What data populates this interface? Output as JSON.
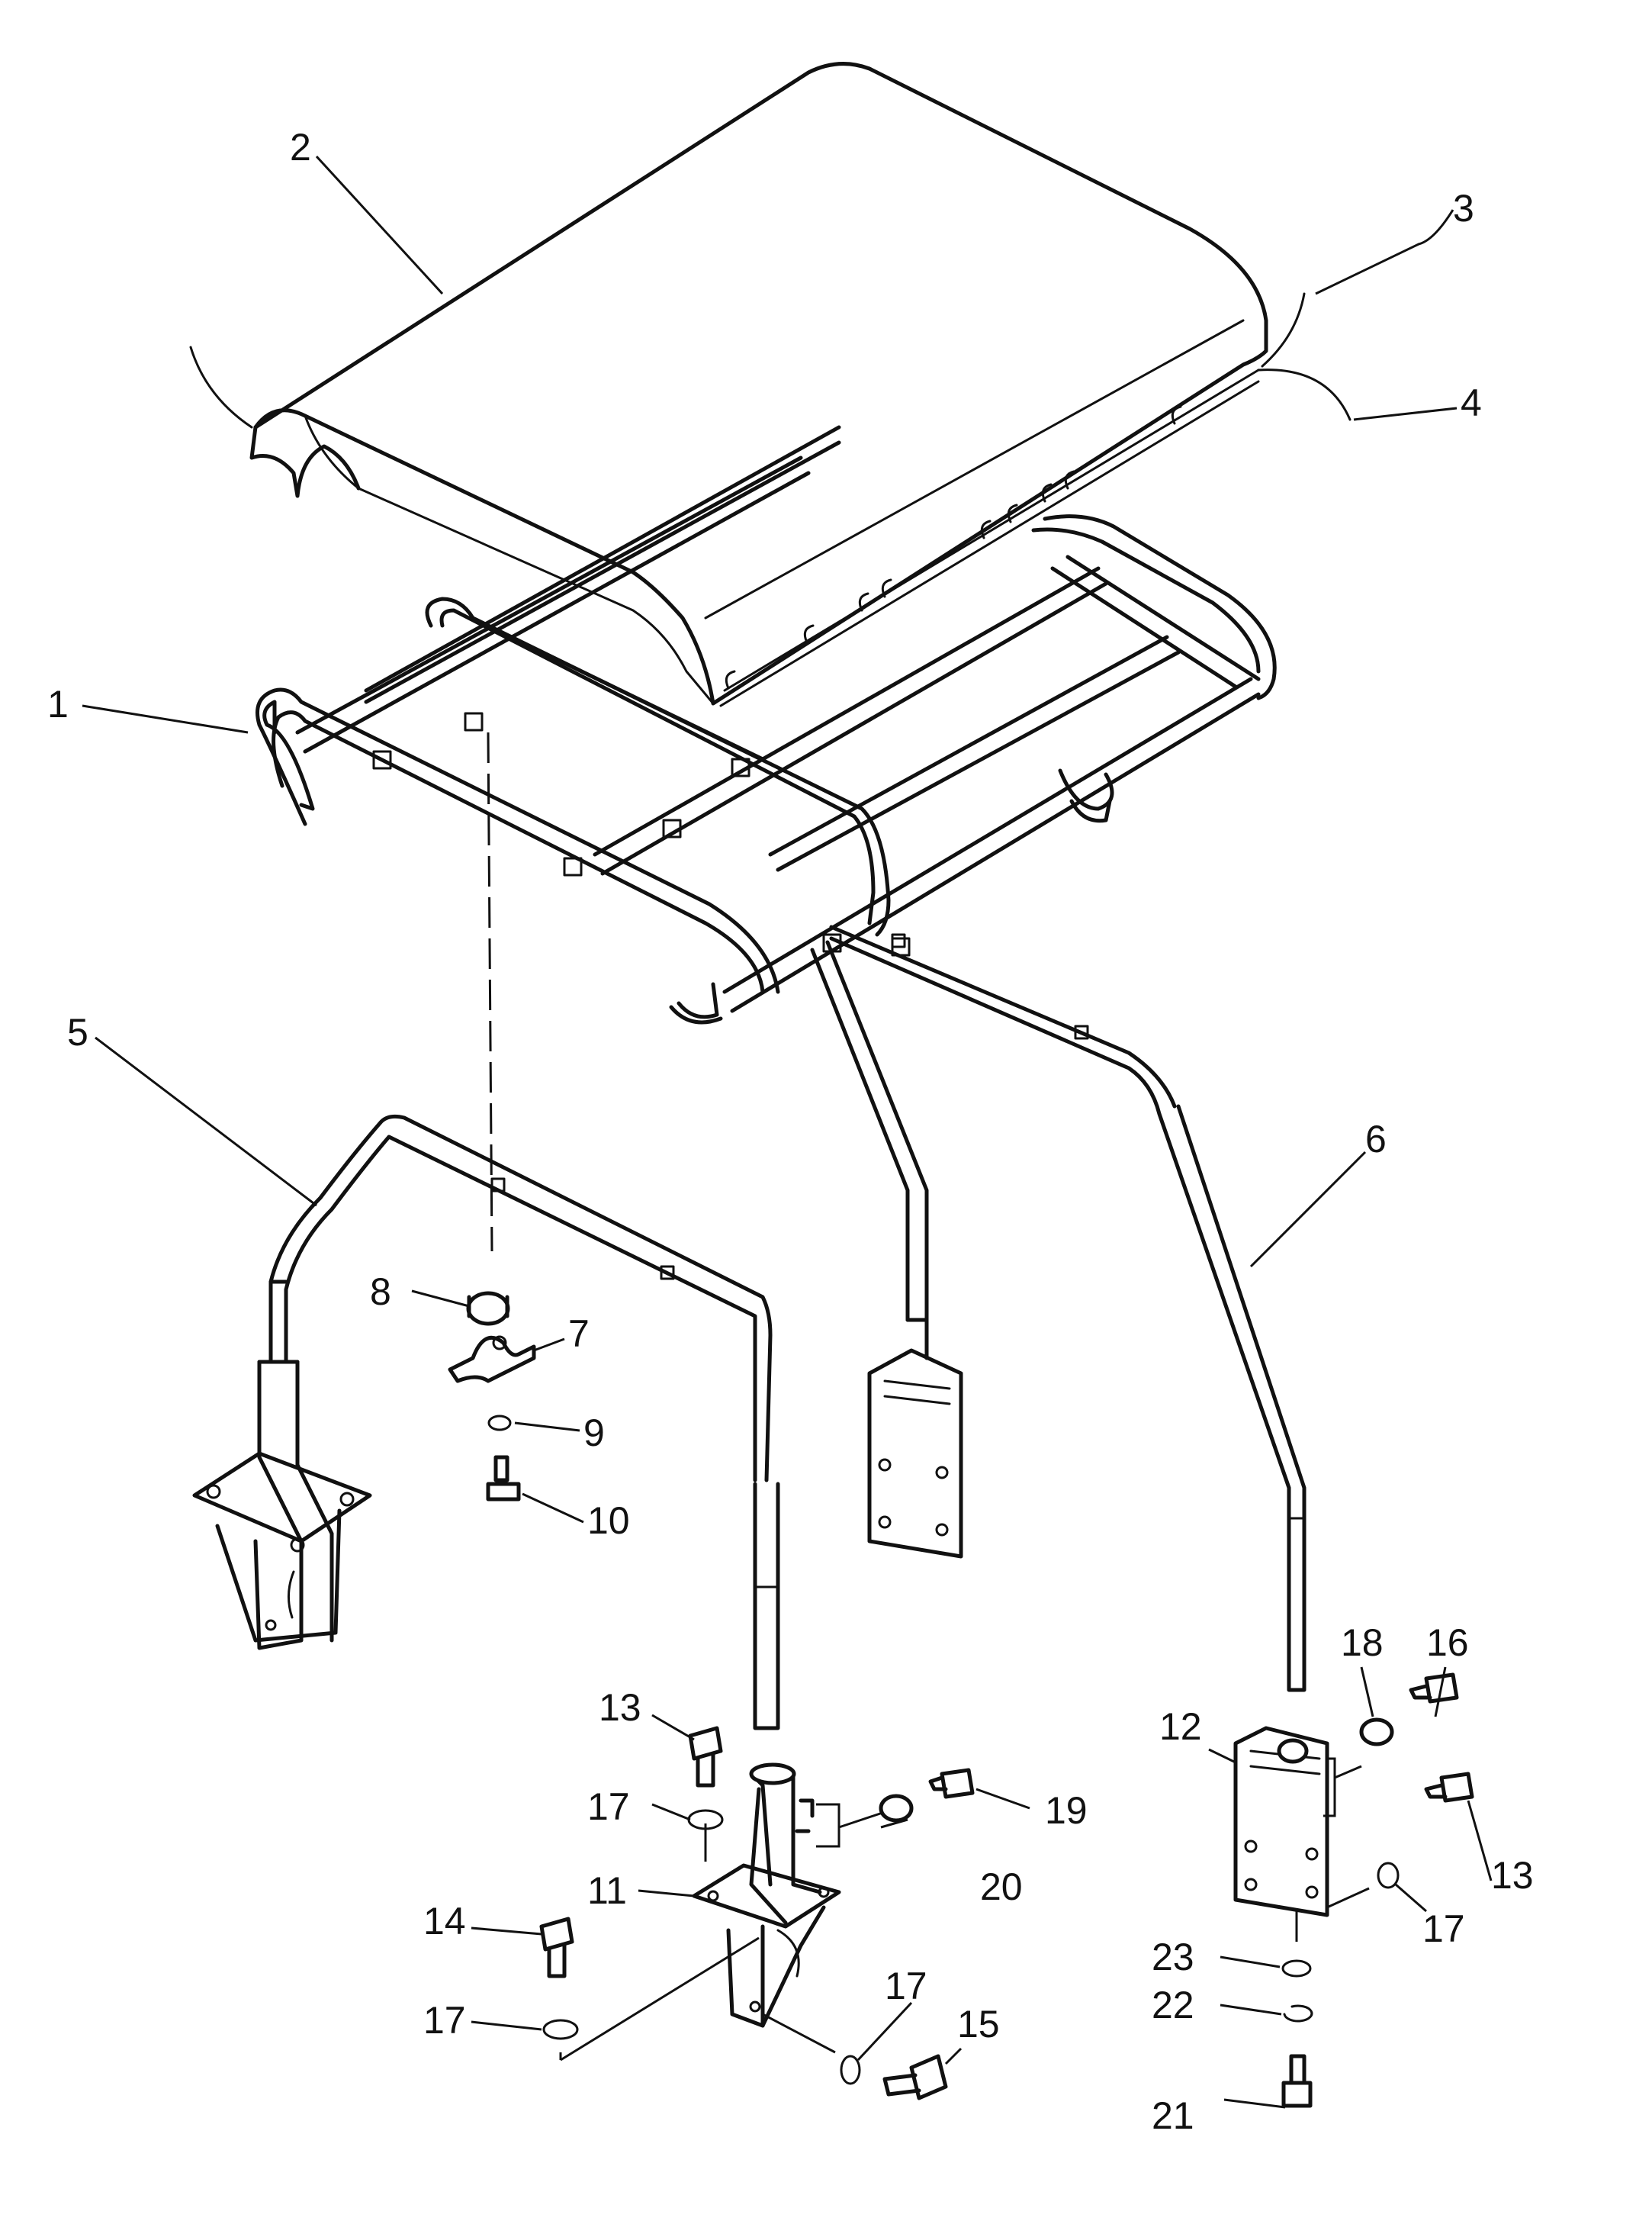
{
  "callouts": [
    {
      "id": "c1",
      "label": "1"
    },
    {
      "id": "c2",
      "label": "2"
    },
    {
      "id": "c3",
      "label": "3"
    },
    {
      "id": "c4",
      "label": "4"
    },
    {
      "id": "c5",
      "label": "5"
    },
    {
      "id": "c6",
      "label": "6"
    },
    {
      "id": "c7",
      "label": "7"
    },
    {
      "id": "c8",
      "label": "8"
    },
    {
      "id": "c9",
      "label": "9"
    },
    {
      "id": "c10",
      "label": "10"
    },
    {
      "id": "c11",
      "label": "11"
    },
    {
      "id": "c12",
      "label": "12"
    },
    {
      "id": "c13a",
      "label": "13"
    },
    {
      "id": "c13b",
      "label": "13"
    },
    {
      "id": "c14",
      "label": "14"
    },
    {
      "id": "c15",
      "label": "15"
    },
    {
      "id": "c16",
      "label": "16"
    },
    {
      "id": "c17a",
      "label": "17"
    },
    {
      "id": "c17b",
      "label": "17"
    },
    {
      "id": "c17c",
      "label": "17"
    },
    {
      "id": "c17d",
      "label": "17"
    },
    {
      "id": "c18",
      "label": "18"
    },
    {
      "id": "c19",
      "label": "19"
    },
    {
      "id": "c20",
      "label": "20"
    },
    {
      "id": "c21",
      "label": "21"
    },
    {
      "id": "c22",
      "label": "22"
    },
    {
      "id": "c23",
      "label": "23"
    }
  ]
}
